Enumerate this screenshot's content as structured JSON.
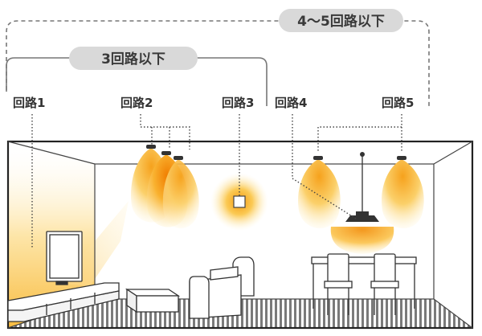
{
  "brackets": {
    "group_4_5": {
      "label": "4～5回路以下"
    },
    "group_3": {
      "label": "3回路以下"
    }
  },
  "circuits": [
    {
      "label": "回路1"
    },
    {
      "label": "回路2"
    },
    {
      "label": "回路3"
    },
    {
      "label": "回路4"
    },
    {
      "label": "回路5"
    }
  ],
  "colors": {
    "light_core": "#f49a0a",
    "light_glow": "#fde7a0",
    "pill": "#d9d9d9",
    "line": "#555555",
    "floor_dark": "#6e6e6e"
  }
}
